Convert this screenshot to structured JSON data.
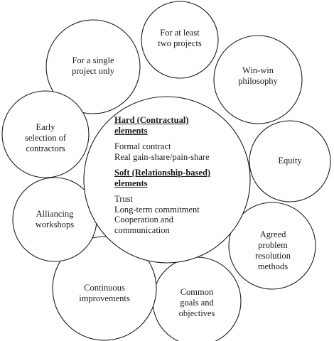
{
  "center": {
    "hard_heading": "Hard (Contractual)\nelements",
    "hard_items": [
      "Formal contract",
      "Real gain-share/pain-share"
    ],
    "soft_heading": "Soft (Relationship-based)\nelements",
    "soft_items": [
      "Trust",
      "Long-term commitment",
      "Cooperation and\ncommunication"
    ]
  },
  "outer": [
    "For a single\nproject only",
    "For at least\ntwo projects",
    "Win-win\nphilosophy",
    "Equity",
    "Agreed\nproblem\nresolution\nmethods",
    "Common\ngoals and\nobjectives",
    "Continuous\nimprovements",
    "Alliancing\nworkshops",
    "Early\nselection of\ncontractors"
  ]
}
